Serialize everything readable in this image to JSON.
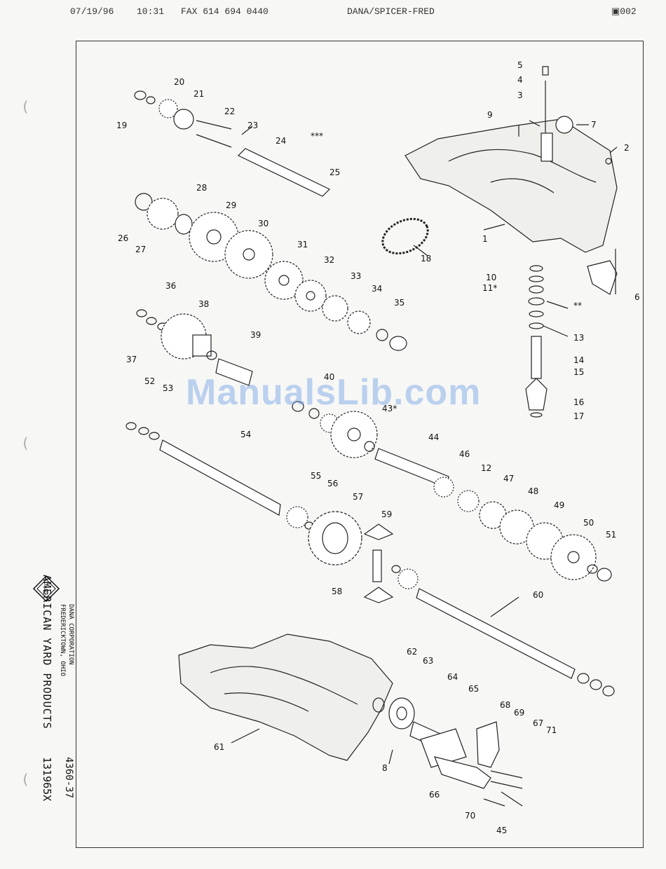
{
  "fax_header": {
    "date": "07/19/96",
    "time": "10:31",
    "fax": "FAX 614 694 0440",
    "sender": "DANA/SPICER-FRED",
    "page": "▣002"
  },
  "watermark": "ManualsLib.com",
  "side_text": {
    "logo_text": "DANA",
    "company": "DANA CORPORATION",
    "location": "FREDERICKTOWN, OHIO",
    "product": "AMERICAN YARD PRODUCTS",
    "model": "4360-37",
    "part_no": "131965X"
  },
  "part_labels": [
    "1",
    "2",
    "3",
    "4",
    "5",
    "6",
    "7",
    "8",
    "9",
    "10",
    "11*",
    "12",
    "13",
    "14",
    "15",
    "16",
    "17",
    "18",
    "19",
    "20",
    "21",
    "22",
    "23",
    "24",
    "25",
    "26",
    "27",
    "28",
    "29",
    "30",
    "31",
    "32",
    "33",
    "34",
    "35",
    "36",
    "37",
    "38",
    "39",
    "40",
    "43*",
    "44",
    "45",
    "46",
    "47",
    "48",
    "49",
    "50",
    "51",
    "52",
    "53",
    "54",
    "55",
    "56",
    "57",
    "58",
    "59",
    "60",
    "61",
    "62",
    "63",
    "64",
    "65",
    "66",
    "67",
    "68",
    "69",
    "70",
    "71",
    "***",
    "**"
  ]
}
